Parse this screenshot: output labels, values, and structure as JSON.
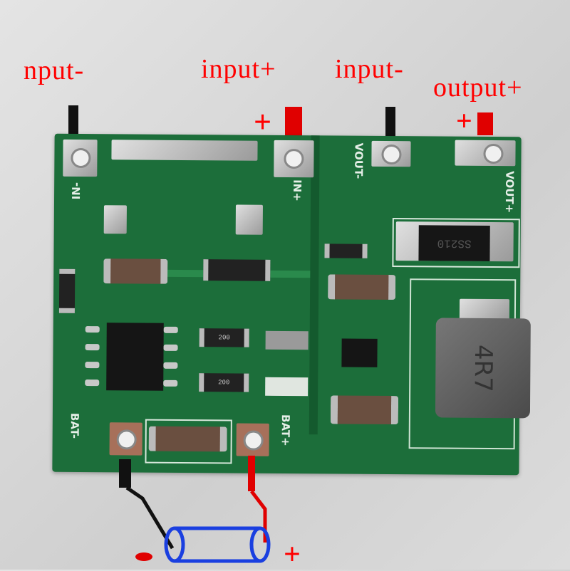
{
  "annotations": {
    "input_neg_left": "nput-",
    "input_pos": "input+",
    "input_neg_right": "input-",
    "output_pos": "output+",
    "plus_input": "+",
    "plus_output": "+",
    "battery_minus": "-",
    "battery_plus": "+"
  },
  "silkscreen": {
    "in_neg": "IN-",
    "in_pos": "IN+",
    "vout_neg": "VOUT-",
    "vout_pos": "VOUT+",
    "bat_neg": "BAT-",
    "bat_pos": "BAT+",
    "diode": "SS210",
    "inductor": "4R7",
    "resistor_a": "200",
    "resistor_b": "200"
  },
  "colors": {
    "annotation": "#ff0000",
    "pcb": "#1c6e3a",
    "battery": "#1a3fe0"
  }
}
